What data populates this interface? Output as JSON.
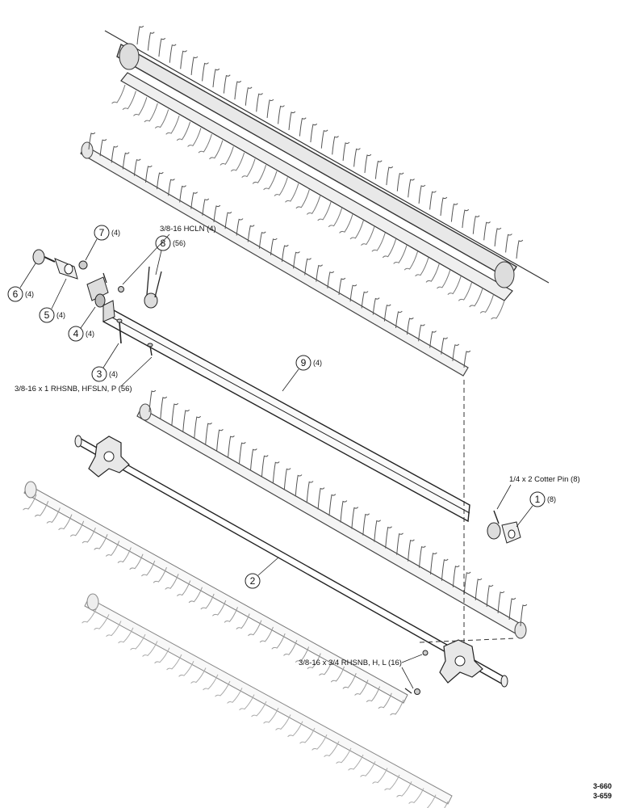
{
  "callouts": [
    {
      "num": "1",
      "qty": "(8)"
    },
    {
      "num": "2",
      "qty": ""
    },
    {
      "num": "3",
      "qty": "(4)"
    },
    {
      "num": "4",
      "qty": "(4)"
    },
    {
      "num": "5",
      "qty": "(4)"
    },
    {
      "num": "6",
      "qty": "(4)"
    },
    {
      "num": "7",
      "qty": "(4)"
    },
    {
      "num": "8",
      "qty": "(56)"
    },
    {
      "num": "9",
      "qty": "(4)"
    }
  ],
  "labels": {
    "hcln": "3/8-16 HCLN (4)",
    "rhsnb_1": "3/8-16 x 1 RHSNB, HFSLN, P (56)",
    "cotter": "1/4 x 2 Cotter Pin (8)",
    "rhsnb_34": "3/8-16 x 3/4 RHSNB, H, L (16)"
  },
  "ref_numbers": [
    "3-660",
    "3-659"
  ]
}
